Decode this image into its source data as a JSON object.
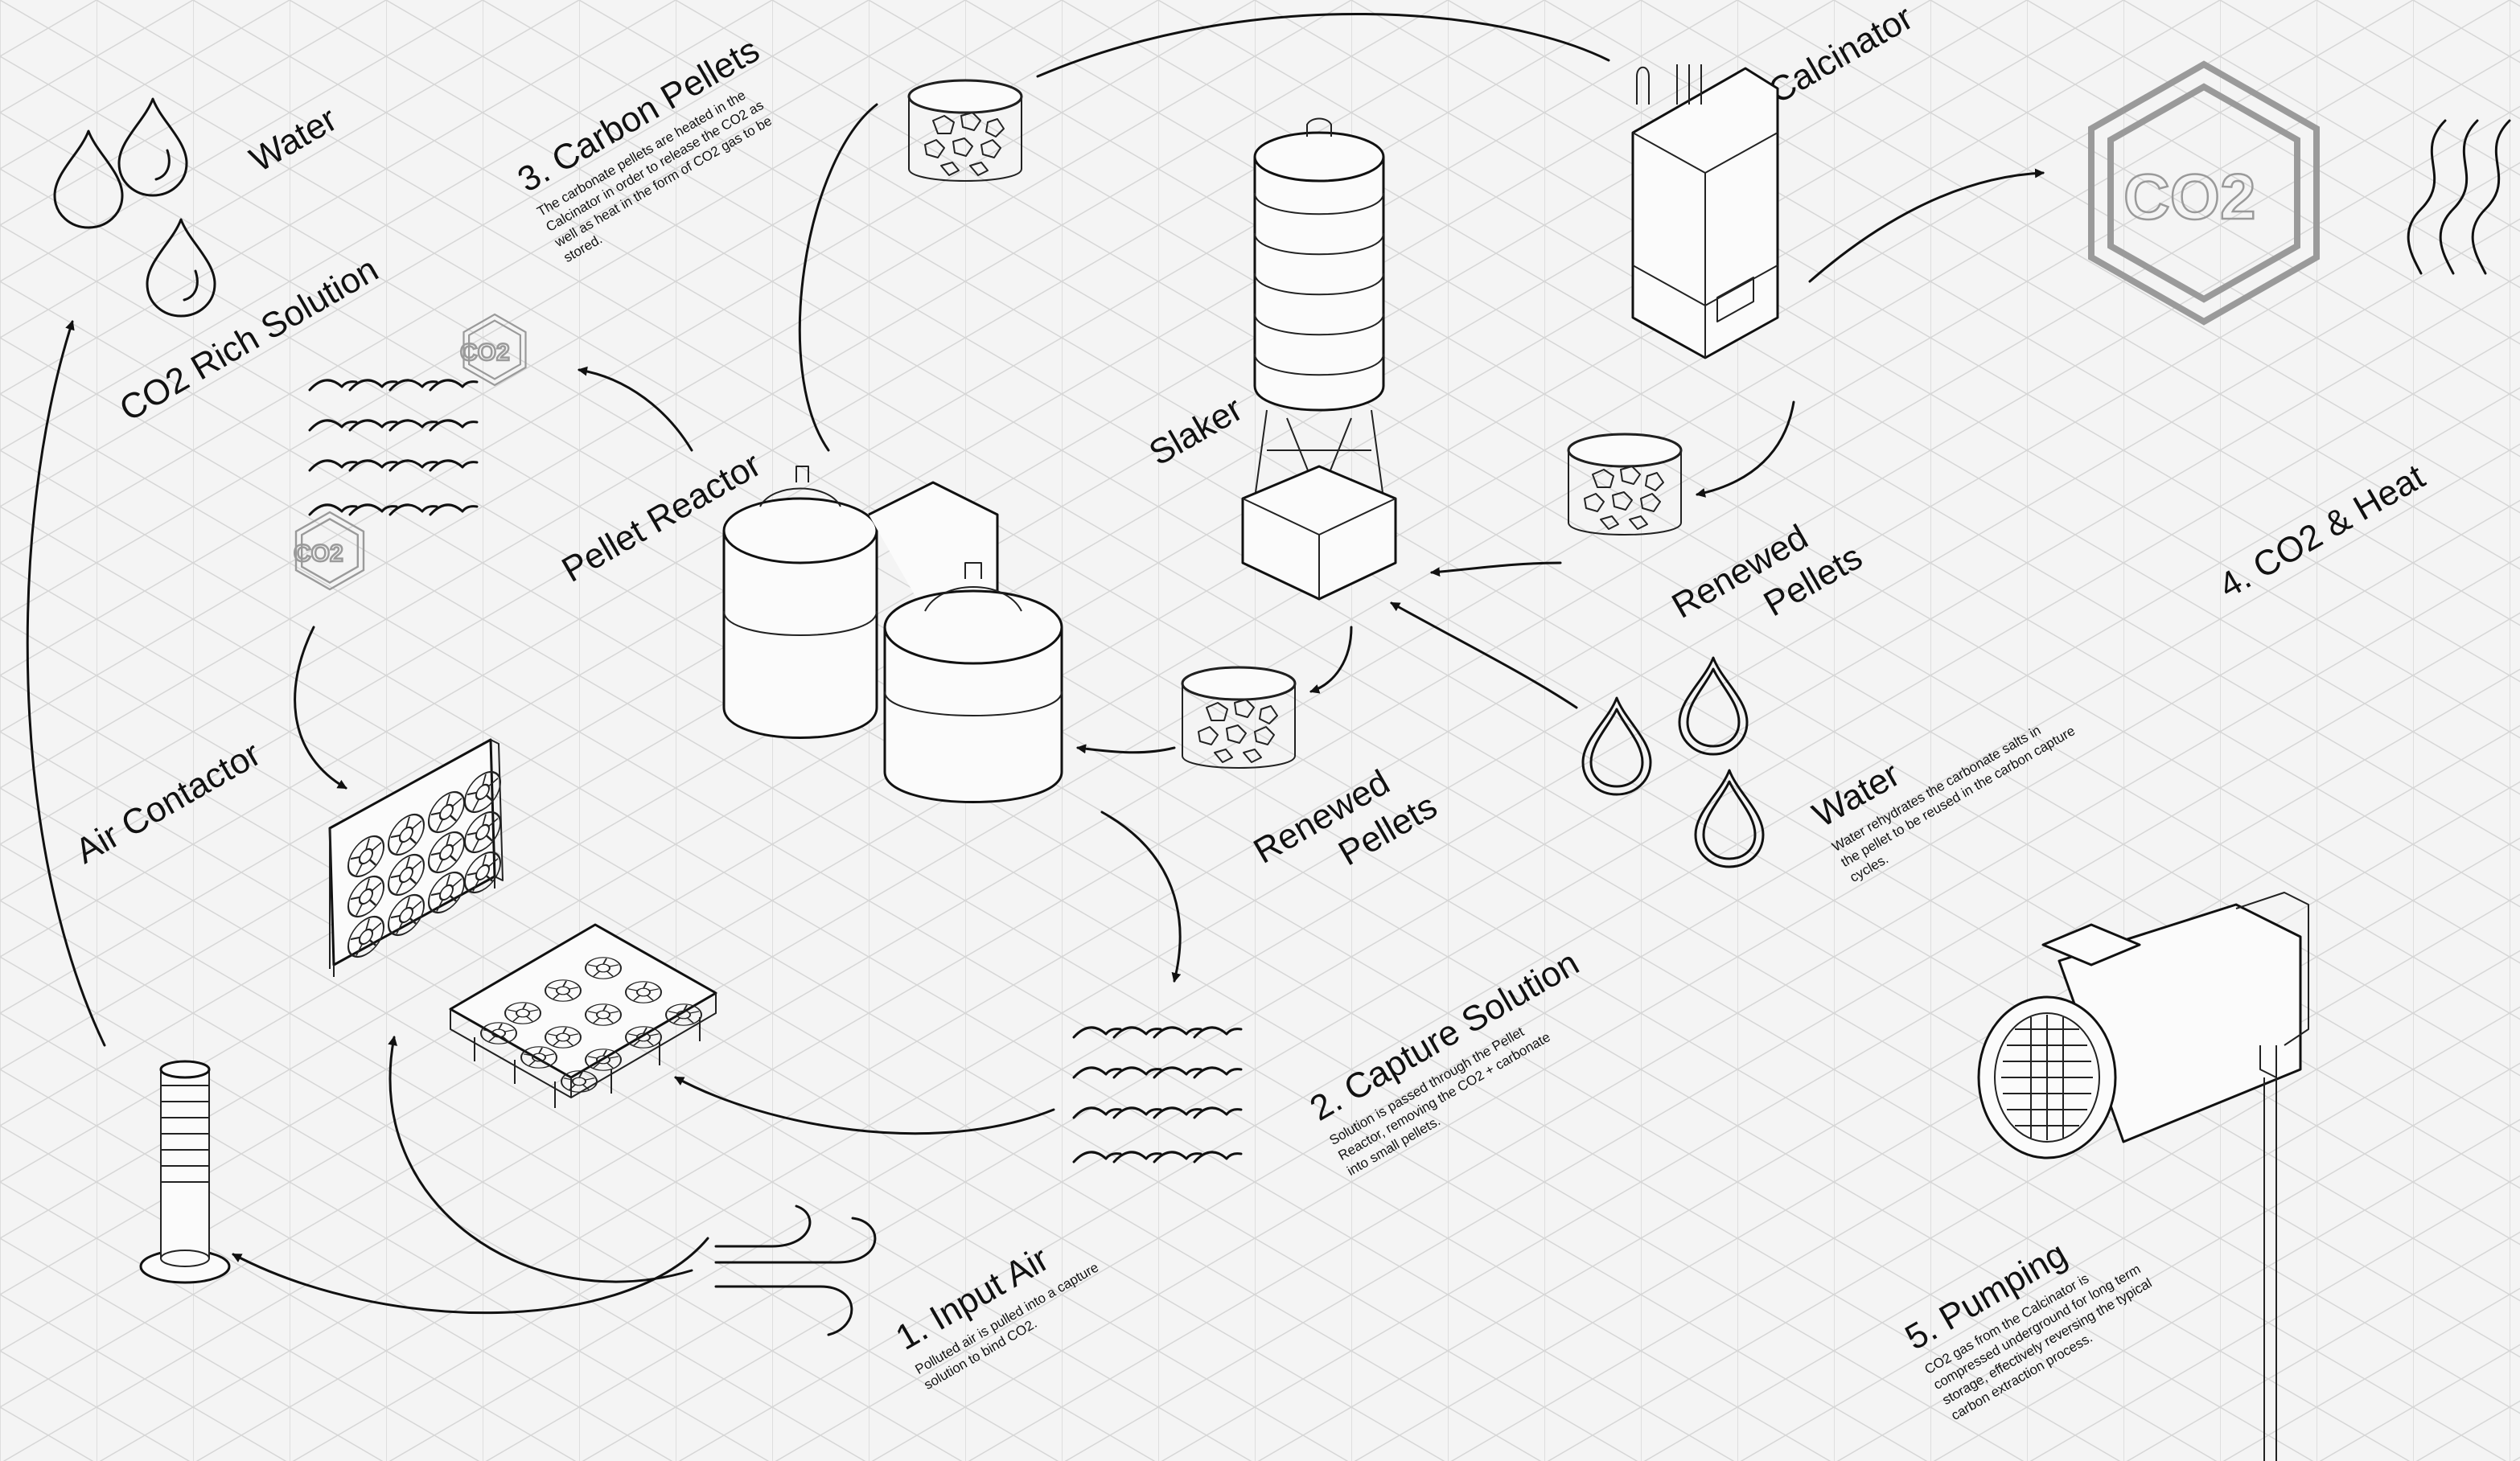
{
  "labels": {
    "water_top": "Water",
    "co2_rich_solution": "CO2 Rich Solution",
    "air_contactor": "Air Contactor",
    "pellet_reactor": "Pellet Reactor",
    "slaker": "Slaker",
    "calcinator": "Calcinator",
    "renewed_pellets_right_1": "Renewed",
    "renewed_pellets_right_2": "Pellets",
    "renewed_pellets_mid_1": "Renewed",
    "renewed_pellets_mid_2": "Pellets",
    "water_right": "Water",
    "co2_badge": "CO2"
  },
  "steps": {
    "step1": {
      "title": "1. Input Air",
      "lines": [
        "Polluted air is pulled into a capture",
        "solution to bind CO2."
      ]
    },
    "step2": {
      "title": "2. Capture Solution",
      "lines": [
        "Solution is passed through the Pellet",
        "Reactor, removing the CO2 + carbonate",
        "into small pellets."
      ]
    },
    "step3": {
      "title": "3. Carbon Pellets",
      "lines": [
        "The carbonate pellets are heated in the",
        "Calcinator in order to release the CO2 as",
        "well as heat in the form of CO2 gas to be",
        "stored."
      ]
    },
    "step4": {
      "title": "4. CO2 & Heat"
    },
    "step5": {
      "title": "5. Pumping",
      "lines": [
        "CO2 gas from the Calcinator is",
        "compressed underground for long term",
        "storage, effectively reversing the typical",
        "carbon extraction process."
      ]
    },
    "water_desc": {
      "lines": [
        "Water rehydrates the carbonate salts in",
        "the pellet to be reused in the carbon capture",
        "cycles."
      ]
    }
  },
  "icons": [
    "water-drop-icon",
    "co2-hexagon-icon",
    "wave-icon",
    "wind-icon",
    "heat-wave-icon",
    "pellet-jar-icon",
    "fan-panel-icon",
    "silo-icon",
    "calcinator-unit-icon",
    "reactor-tank-icon",
    "pump-motor-icon"
  ]
}
